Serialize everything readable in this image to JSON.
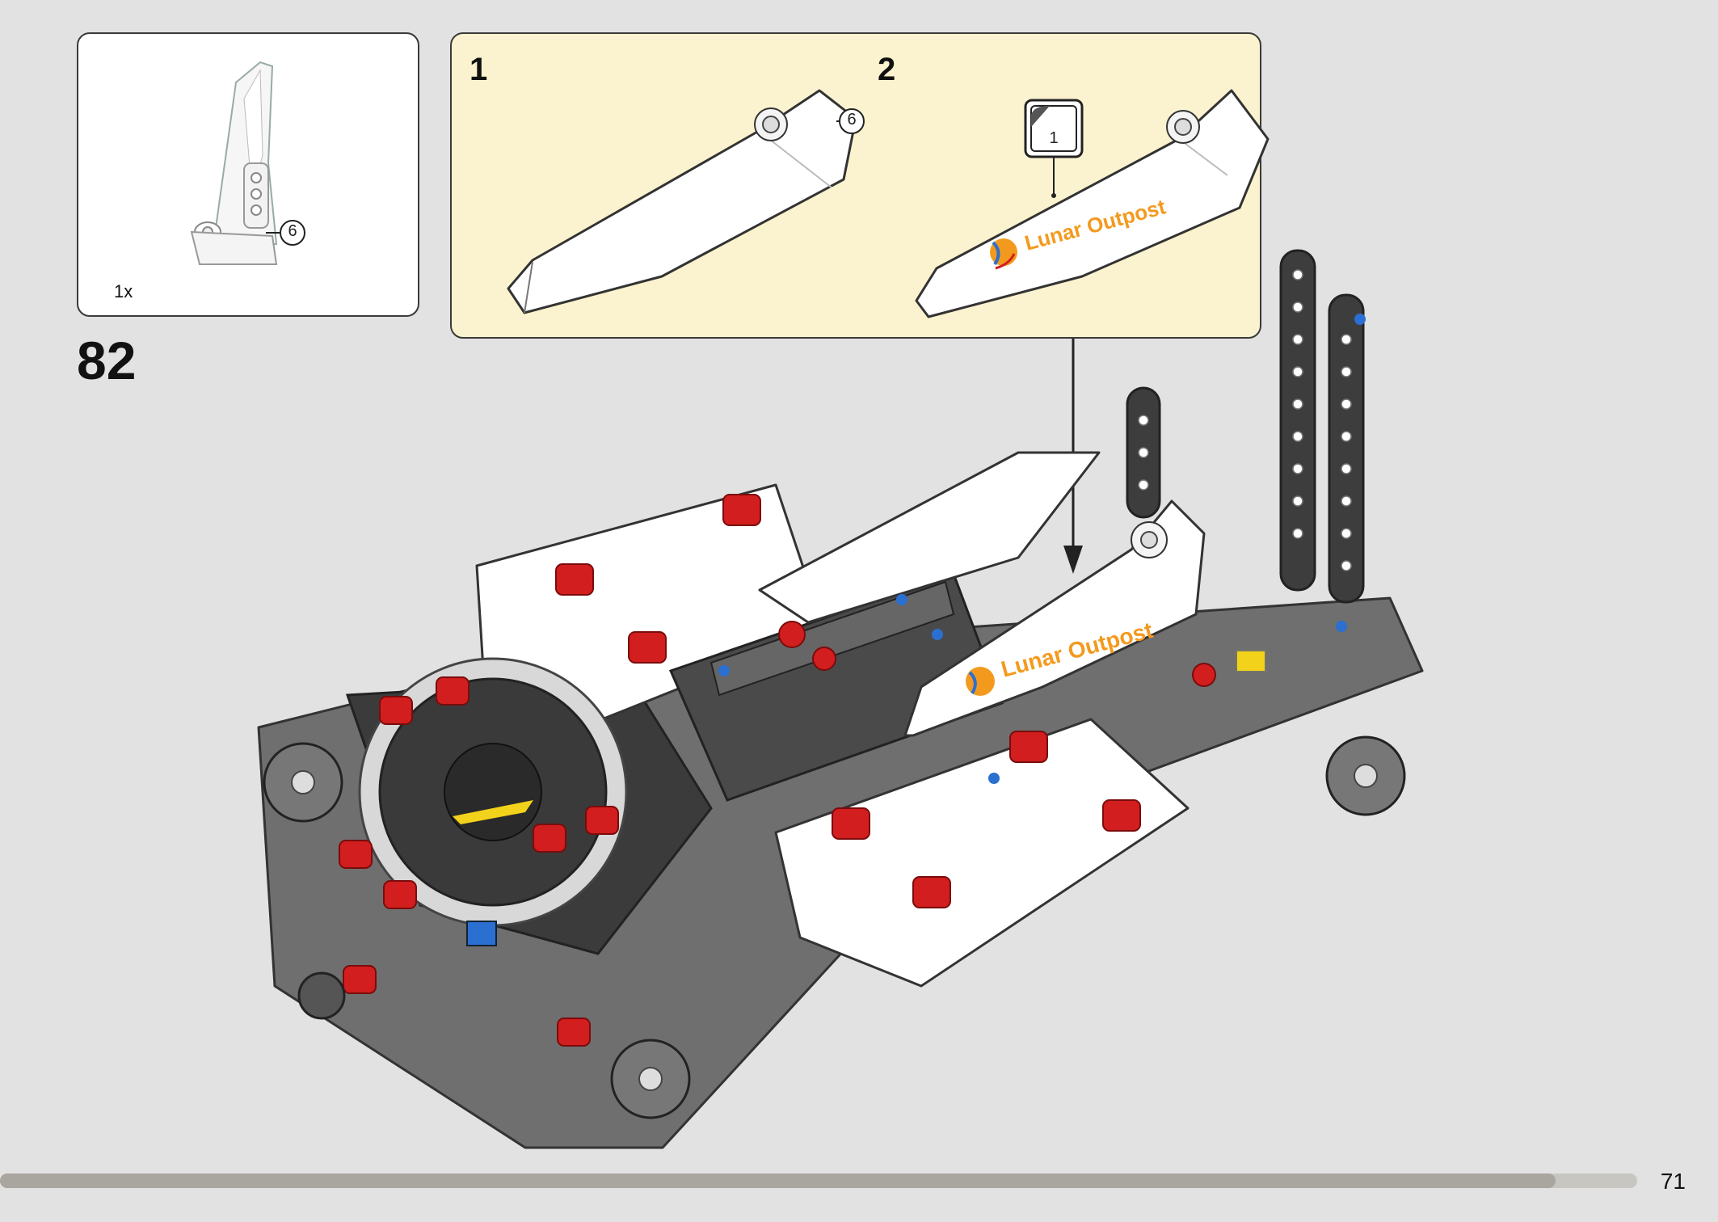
{
  "parts_box": {
    "quantity": "1x",
    "callout_length": "6"
  },
  "step": {
    "number": "82"
  },
  "sub_assembly": {
    "step1_number": "1",
    "step2_number": "2",
    "callout_length": "6",
    "sticker_number": "1",
    "sticker_text": "Lunar Outpost"
  },
  "model": {
    "sticker_text": "Lunar Outpost"
  },
  "footer": {
    "page_number": "71",
    "progress": 0.95
  },
  "colors": {
    "background": "#e2e2e2",
    "sub_panel": "#fbf3cf",
    "accent_red": "#d21e1e",
    "logo_orange": "#f39a1e"
  }
}
